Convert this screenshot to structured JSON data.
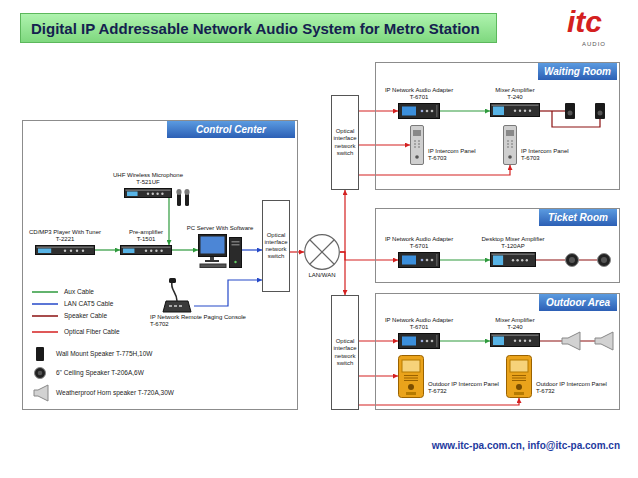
{
  "diagram": {
    "title": "Digital IP Addressable Network Audio System for Metro Station",
    "nodes": [
      {
        "text": [
          "Control Center"
        ]
      },
      {
        "text": [
          "UHF Wireless Microphone",
          "T-521UF"
        ],
        "in": 0
      },
      {
        "text": [
          "CD/MP3 Player With Tuner",
          "T-2221"
        ],
        "in": 0
      },
      {
        "text": [
          "Pre-amplifier",
          "T-1501"
        ],
        "in": 0
      },
      {
        "text": [
          "PC Server With Software"
        ],
        "in": 0
      },
      {
        "text": [
          "Optical interface network switch"
        ],
        "in": 0
      },
      {
        "text": [
          "IP Network Remote Paging Console",
          "T-6702"
        ],
        "in": 0
      },
      {
        "text": [
          "LAN/WAN"
        ]
      },
      {
        "text": [
          "Optical interface network switch"
        ]
      },
      {
        "text": [
          "Optical interface network switch"
        ]
      },
      {
        "text": [
          "Waiting Room"
        ]
      },
      {
        "text": [
          "IP Network Audio Adapter",
          "T-6701"
        ],
        "in": 10
      },
      {
        "text": [
          "Mixer Amplifier",
          "T-240"
        ],
        "in": 10
      },
      {
        "text": [
          "IP Intercom Panel",
          "T-6703"
        ],
        "in": 10
      },
      {
        "text": [
          "IP Intercom Panel",
          "T-6703"
        ],
        "in": 10
      },
      {
        "text": [
          "Ticket Room"
        ]
      },
      {
        "text": [
          "IP Network Audio Adapter",
          "T-6701"
        ],
        "in": 15
      },
      {
        "text": [
          "Desktop Mixer Amplifier",
          "T-120AP"
        ],
        "in": 15
      },
      {
        "text": [
          "Outdoor Area"
        ]
      },
      {
        "text": [
          "IP Network Audio Adapter",
          "T-6701"
        ],
        "in": 18
      },
      {
        "text": [
          "Mixer Amplifier",
          "T-240"
        ],
        "in": 18
      },
      {
        "text": [
          "Outdoor IP Intercom Panel",
          "T-6732"
        ],
        "in": 18
      },
      {
        "text": [
          "Outdoor IP Intercom Panel",
          "T-6732"
        ],
        "in": 18
      }
    ],
    "edges": [
      {
        "from": 1,
        "to": 3,
        "arrow": "to"
      },
      {
        "from": 2,
        "to": 3,
        "arrow": "to"
      },
      {
        "from": 3,
        "to": 4,
        "arrow": "to"
      },
      {
        "from": 4,
        "to": 5,
        "arrow": "to"
      },
      {
        "from": 6,
        "to": 5,
        "arrow": "to"
      },
      {
        "from": 5,
        "to": 7,
        "arrow": "to"
      },
      {
        "from": 7,
        "to": 8,
        "arrow": "to"
      },
      {
        "from": 7,
        "to": 9,
        "arrow": "to"
      },
      {
        "from": 7,
        "to": 16,
        "arrow": "to"
      },
      {
        "from": 8,
        "to": 11,
        "arrow": "to"
      },
      {
        "from": 11,
        "to": 12,
        "arrow": "to"
      },
      {
        "from": 8,
        "to": 13,
        "arrow": "to"
      },
      {
        "from": 8,
        "to": 14,
        "arrow": "to"
      },
      {
        "from": 16,
        "to": 17,
        "arrow": "to"
      },
      {
        "from": 9,
        "to": 19,
        "arrow": "to"
      },
      {
        "from": 19,
        "to": 20,
        "arrow": "to"
      },
      {
        "from": 9,
        "to": 21,
        "arrow": "to"
      },
      {
        "from": 9,
        "to": 22,
        "arrow": "to"
      }
    ],
    "labels": [
      "itc",
      "AUDIO",
      "www.itc-pa.com.cn, info@itc-pa.com.cn"
    ],
    "legend": [
      {
        "text": "Aux Cable"
      },
      {
        "text": "LAN CAT5 Cable"
      },
      {
        "text": "Speaker Cable"
      },
      {
        "text": "Optical Fiber Cable"
      },
      {
        "text": "Wall Mount Speaker T-775H,10W"
      },
      {
        "text": "6\" Ceiling Speaker T-206A,6W"
      },
      {
        "text": "Weatherproof Horn speaker T-720A,30W"
      }
    ]
  }
}
